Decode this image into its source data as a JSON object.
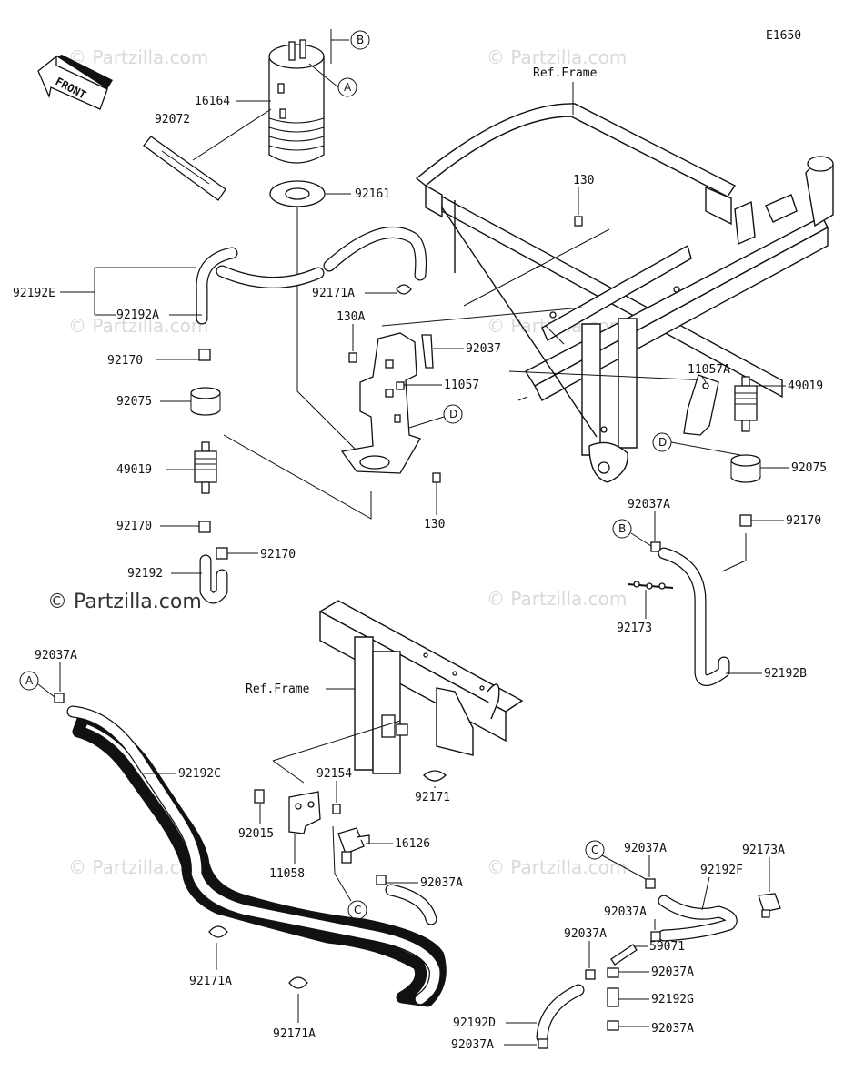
{
  "diagram_code": "E1650",
  "front_label": "FRONT",
  "watermarks": {
    "faint": "© Partzilla.com",
    "strong": "© Partzilla.com"
  },
  "ref_labels": {
    "frame_top": "Ref.Frame",
    "frame_bottom": "Ref.Frame"
  },
  "callouts": {
    "A": "A",
    "B": "B",
    "C": "C",
    "D": "D"
  },
  "parts": {
    "p16164": "16164",
    "p92072": "92072",
    "p92161": "92161",
    "p92192E": "92192E",
    "p92192A": "92192A",
    "p92171A_top": "92171A",
    "p130A": "130A",
    "p92037": "92037",
    "p11057": "11057",
    "p130_top": "130",
    "p130_mid": "130",
    "p92170_a": "92170",
    "p92075_left": "92075",
    "p49019_left": "49019",
    "p92170_b": "92170",
    "p92192": "92192",
    "p92170_c": "92170",
    "p11057A": "11057A",
    "p49019_right": "49019",
    "p92075_right": "92075",
    "p92037A_right": "92037A",
    "p92170_right": "92170",
    "p92173": "92173",
    "p92192B": "92192B",
    "p92037A_left": "92037A",
    "p92192C": "92192C",
    "p92154": "92154",
    "p92171": "92171",
    "p92015": "92015",
    "p16126": "16126",
    "p11058": "11058",
    "p92037A_mid": "92037A",
    "p92171A_b1": "92171A",
    "p92171A_b2": "92171A",
    "p92037A_c": "92037A",
    "p92192F": "92192F",
    "p92173A": "92173A",
    "p92037A_d": "92037A",
    "p92037A_e": "92037A",
    "p59071": "59071",
    "p92037A_f": "92037A",
    "p92192G": "92192G",
    "p92037A_g": "92037A",
    "p92192D": "92192D",
    "p92037A_h": "92037A"
  }
}
